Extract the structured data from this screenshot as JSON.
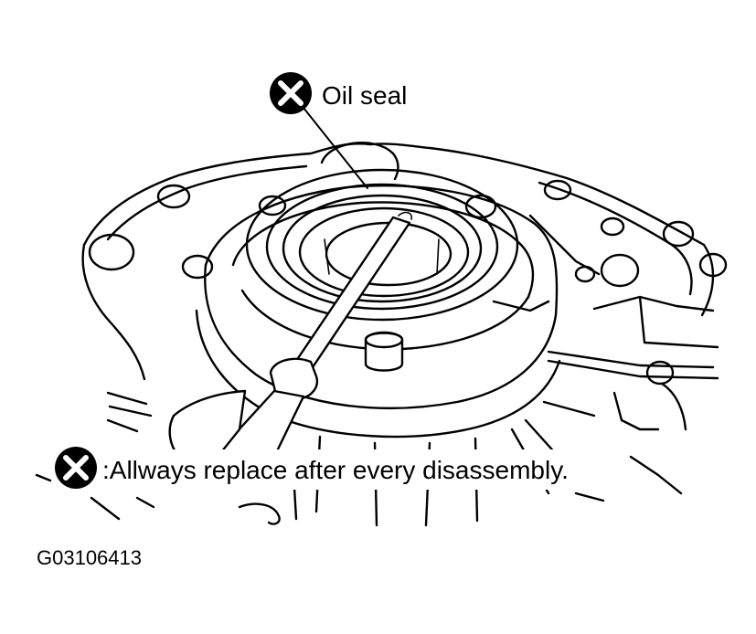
{
  "callout": {
    "label": "Oil seal",
    "symbol": "do-not-reuse-icon"
  },
  "legend": {
    "symbol": "do-not-reuse-icon",
    "text": ":Allways replace after every disassembly."
  },
  "figure_code": "G03106413",
  "colors": {
    "line": "#000000",
    "background": "#ffffff"
  }
}
